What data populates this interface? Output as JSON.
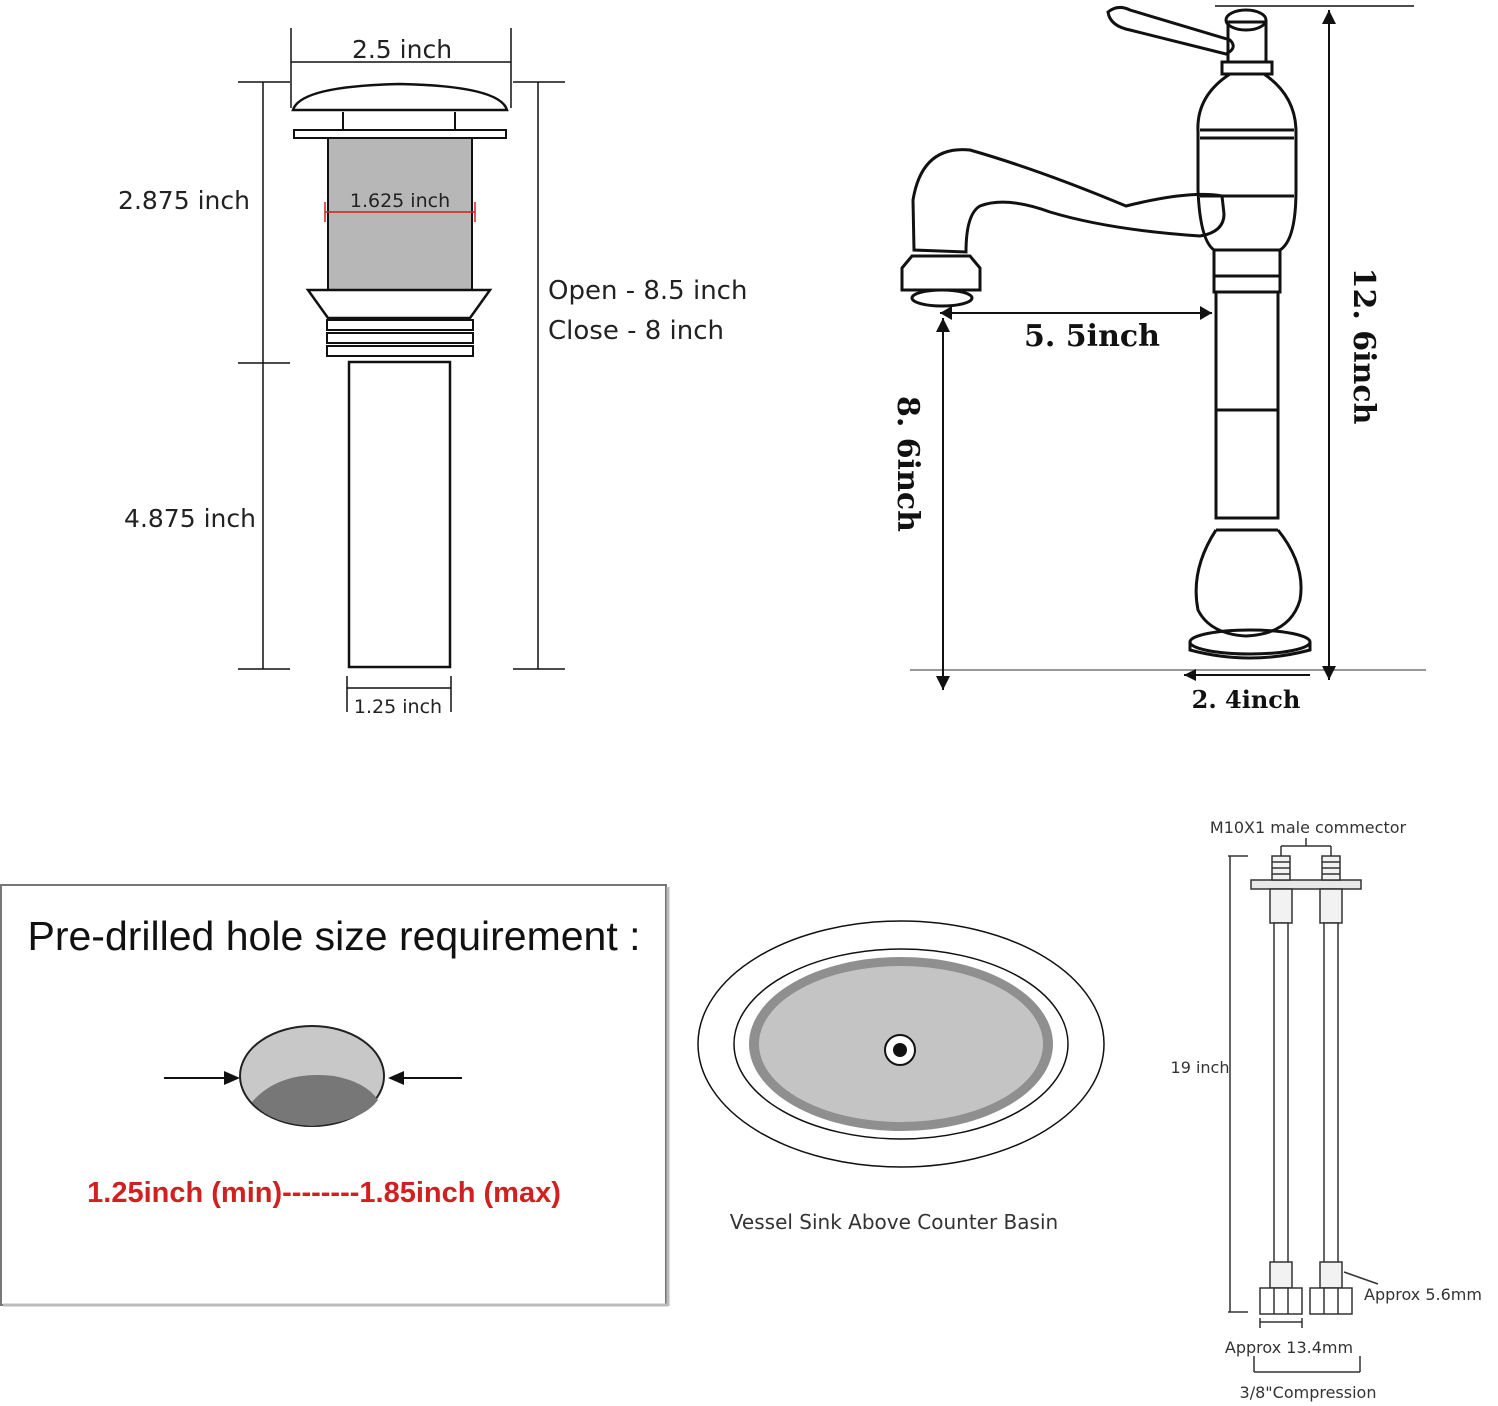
{
  "drain": {
    "top_width": "2.5 inch",
    "upper_height": "2.875 inch",
    "body_width": "1.625 inch",
    "lower_height": "4.875 inch",
    "tail_width": "1.25 inch",
    "open_length": "Open - 8.5 inch",
    "close_length": "Close - 8 inch"
  },
  "faucet": {
    "spout_reach": "5. 5inch",
    "spout_height": "8. 6inch",
    "total_height": "12. 6inch",
    "base_width": "2. 4inch"
  },
  "hole": {
    "title": "Pre-drilled hole size requirement :",
    "range": "1.25inch (min)--------1.85inch (max)",
    "highlight_color": "#d21f1f"
  },
  "basin": {
    "caption": "Vessel Sink Above Counter  Basin"
  },
  "hoses": {
    "connector": "M10X1 male commector",
    "length": "19 inch",
    "nut_gap": "Approx 5.6mm",
    "nut_width": "Approx 13.4mm",
    "compression": "3/8\"Compression"
  }
}
